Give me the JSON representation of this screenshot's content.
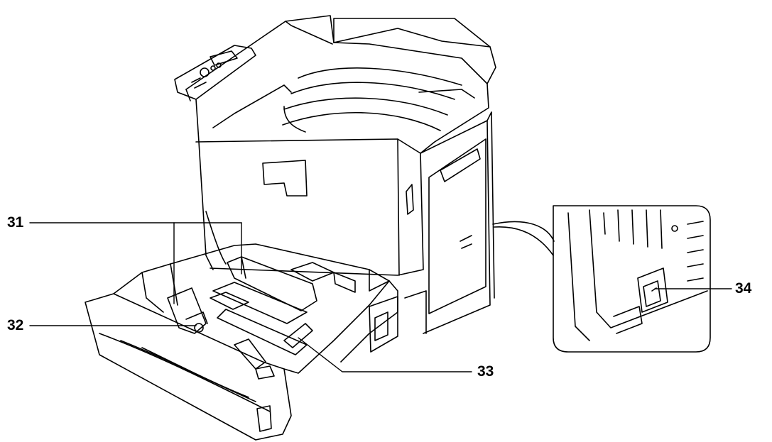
{
  "callouts": {
    "c31": "31",
    "c32": "32",
    "c33": "33",
    "c34": "34"
  },
  "colors": {
    "stroke": "#000000",
    "paper": "#ffffff"
  }
}
